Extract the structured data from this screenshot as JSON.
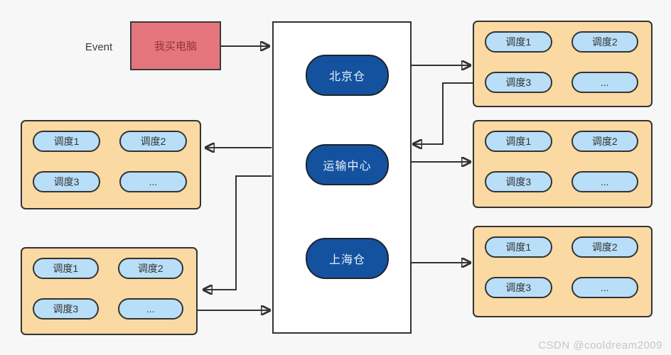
{
  "event": {
    "label": "Event",
    "box_label": "我买电脑"
  },
  "hub": {
    "nodes": [
      {
        "label": "北京仓"
      },
      {
        "label": "运输中心"
      },
      {
        "label": "上海仓"
      }
    ]
  },
  "dispatch": {
    "labels": [
      "调度1",
      "调度2",
      "调度3",
      "..."
    ]
  },
  "watermark": {
    "text": "CSDN @cooldream2009"
  },
  "colors": {
    "background": "#f7f7f8",
    "stroke": "#333333",
    "event_box_fill": "#e6767d",
    "event_box_text": "#93333a",
    "hub_node_fill": "#14529f",
    "hub_node_text": "#e9f0fa",
    "group_fill": "#fbd9a2",
    "pill_fill": "#b9def7",
    "pill_text": "#333333",
    "watermark_text": "#c6c6ca"
  }
}
